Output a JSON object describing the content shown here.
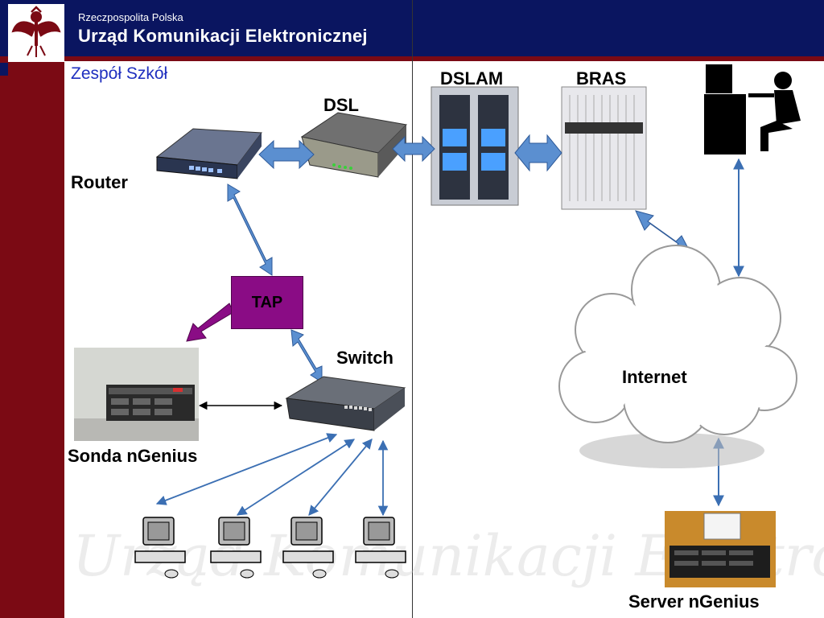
{
  "header": {
    "small_title": "Rzeczpospolita Polska",
    "main_title": "Urząd Komunikacji Elektronicznej"
  },
  "slide": {
    "subtitle": "Zespół Szkół"
  },
  "nodes": {
    "router": "Router",
    "dsl": "DSL",
    "dslam": "DSLAM",
    "bras": "BRAS",
    "tap": "TAP",
    "switch": "Switch",
    "sonda": "Sonda nGenius",
    "internet": "Internet",
    "server": "Server nGenius"
  },
  "watermark": "Urząd Komunikacji Elektronicznej",
  "colors": {
    "header_blue": "#0a1560",
    "sidebar_red": "#7b0a14",
    "arrow_blue": "#5b8fd0",
    "tap_purple": "#8a0c85",
    "subtitle_blue": "#1f2fbf"
  },
  "icons": [
    "polish-eagle-icon",
    "router-icon",
    "dsl-modem-icon",
    "dslam-rack-icon",
    "bras-chassis-icon",
    "user-workstation-icon",
    "cloud-icon",
    "probe-server-icon",
    "switch-icon",
    "desktop-pc-icon",
    "server-icon"
  ]
}
